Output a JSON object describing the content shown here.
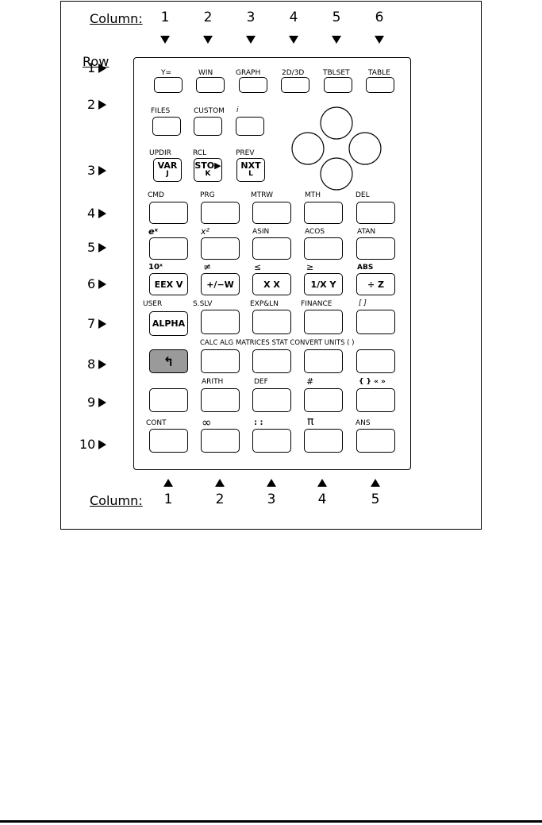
{
  "column_label": "Column:",
  "row_label": "Row",
  "top_columns": [
    "1",
    "2",
    "3",
    "4",
    "5",
    "6"
  ],
  "bottom_columns": [
    "1",
    "2",
    "3",
    "4",
    "5"
  ],
  "rows": [
    "1",
    "2",
    "3",
    "4",
    "5",
    "6",
    "7",
    "8",
    "9",
    "10"
  ],
  "row1_labels": [
    "Y=",
    "WIN",
    "GRAPH",
    "2D/3D",
    "TBLSET",
    "TABLE"
  ],
  "row2_labels": [
    "FILES",
    "CUSTOM",
    "i"
  ],
  "row3_labels": [
    "UPDIR",
    "RCL",
    "PREV"
  ],
  "row3_faces": [
    {
      "main": "VAR",
      "sub": "J"
    },
    {
      "main": "STO▶",
      "sub": "K"
    },
    {
      "main": "NXT",
      "sub": "L"
    }
  ],
  "row4_labels": [
    "CMD",
    "PRG",
    "MTRW",
    "MTH",
    "DEL"
  ],
  "row5_labels": [
    "eˣ",
    "x²",
    "ASIN",
    "ACOS",
    "ATAN"
  ],
  "row6_labels": [
    "10ˣ",
    "≠",
    "≤",
    "≥",
    "ABS"
  ],
  "row6_faces": [
    "EEX V",
    "+/−W",
    "X   X",
    "1/X Y",
    "÷  Z"
  ],
  "row7_labels": [
    "USER",
    "S.SLV",
    "EXP&LN",
    "FINANCE",
    "[ ]"
  ],
  "row7_face_alpha": "ALPHA",
  "row8_label": "CALC ALG MATRICES STAT CONVERT UNITS ( )",
  "row8_face_shift": "↰",
  "row9_labels": [
    "ARITH",
    "DEF",
    "#",
    "{ }  «  »"
  ],
  "row10_labels": [
    "CONT",
    "∞",
    ": :",
    "π",
    "ANS"
  ],
  "colors": {
    "shift_key": "#9a9a9a",
    "stroke": "#000000"
  }
}
